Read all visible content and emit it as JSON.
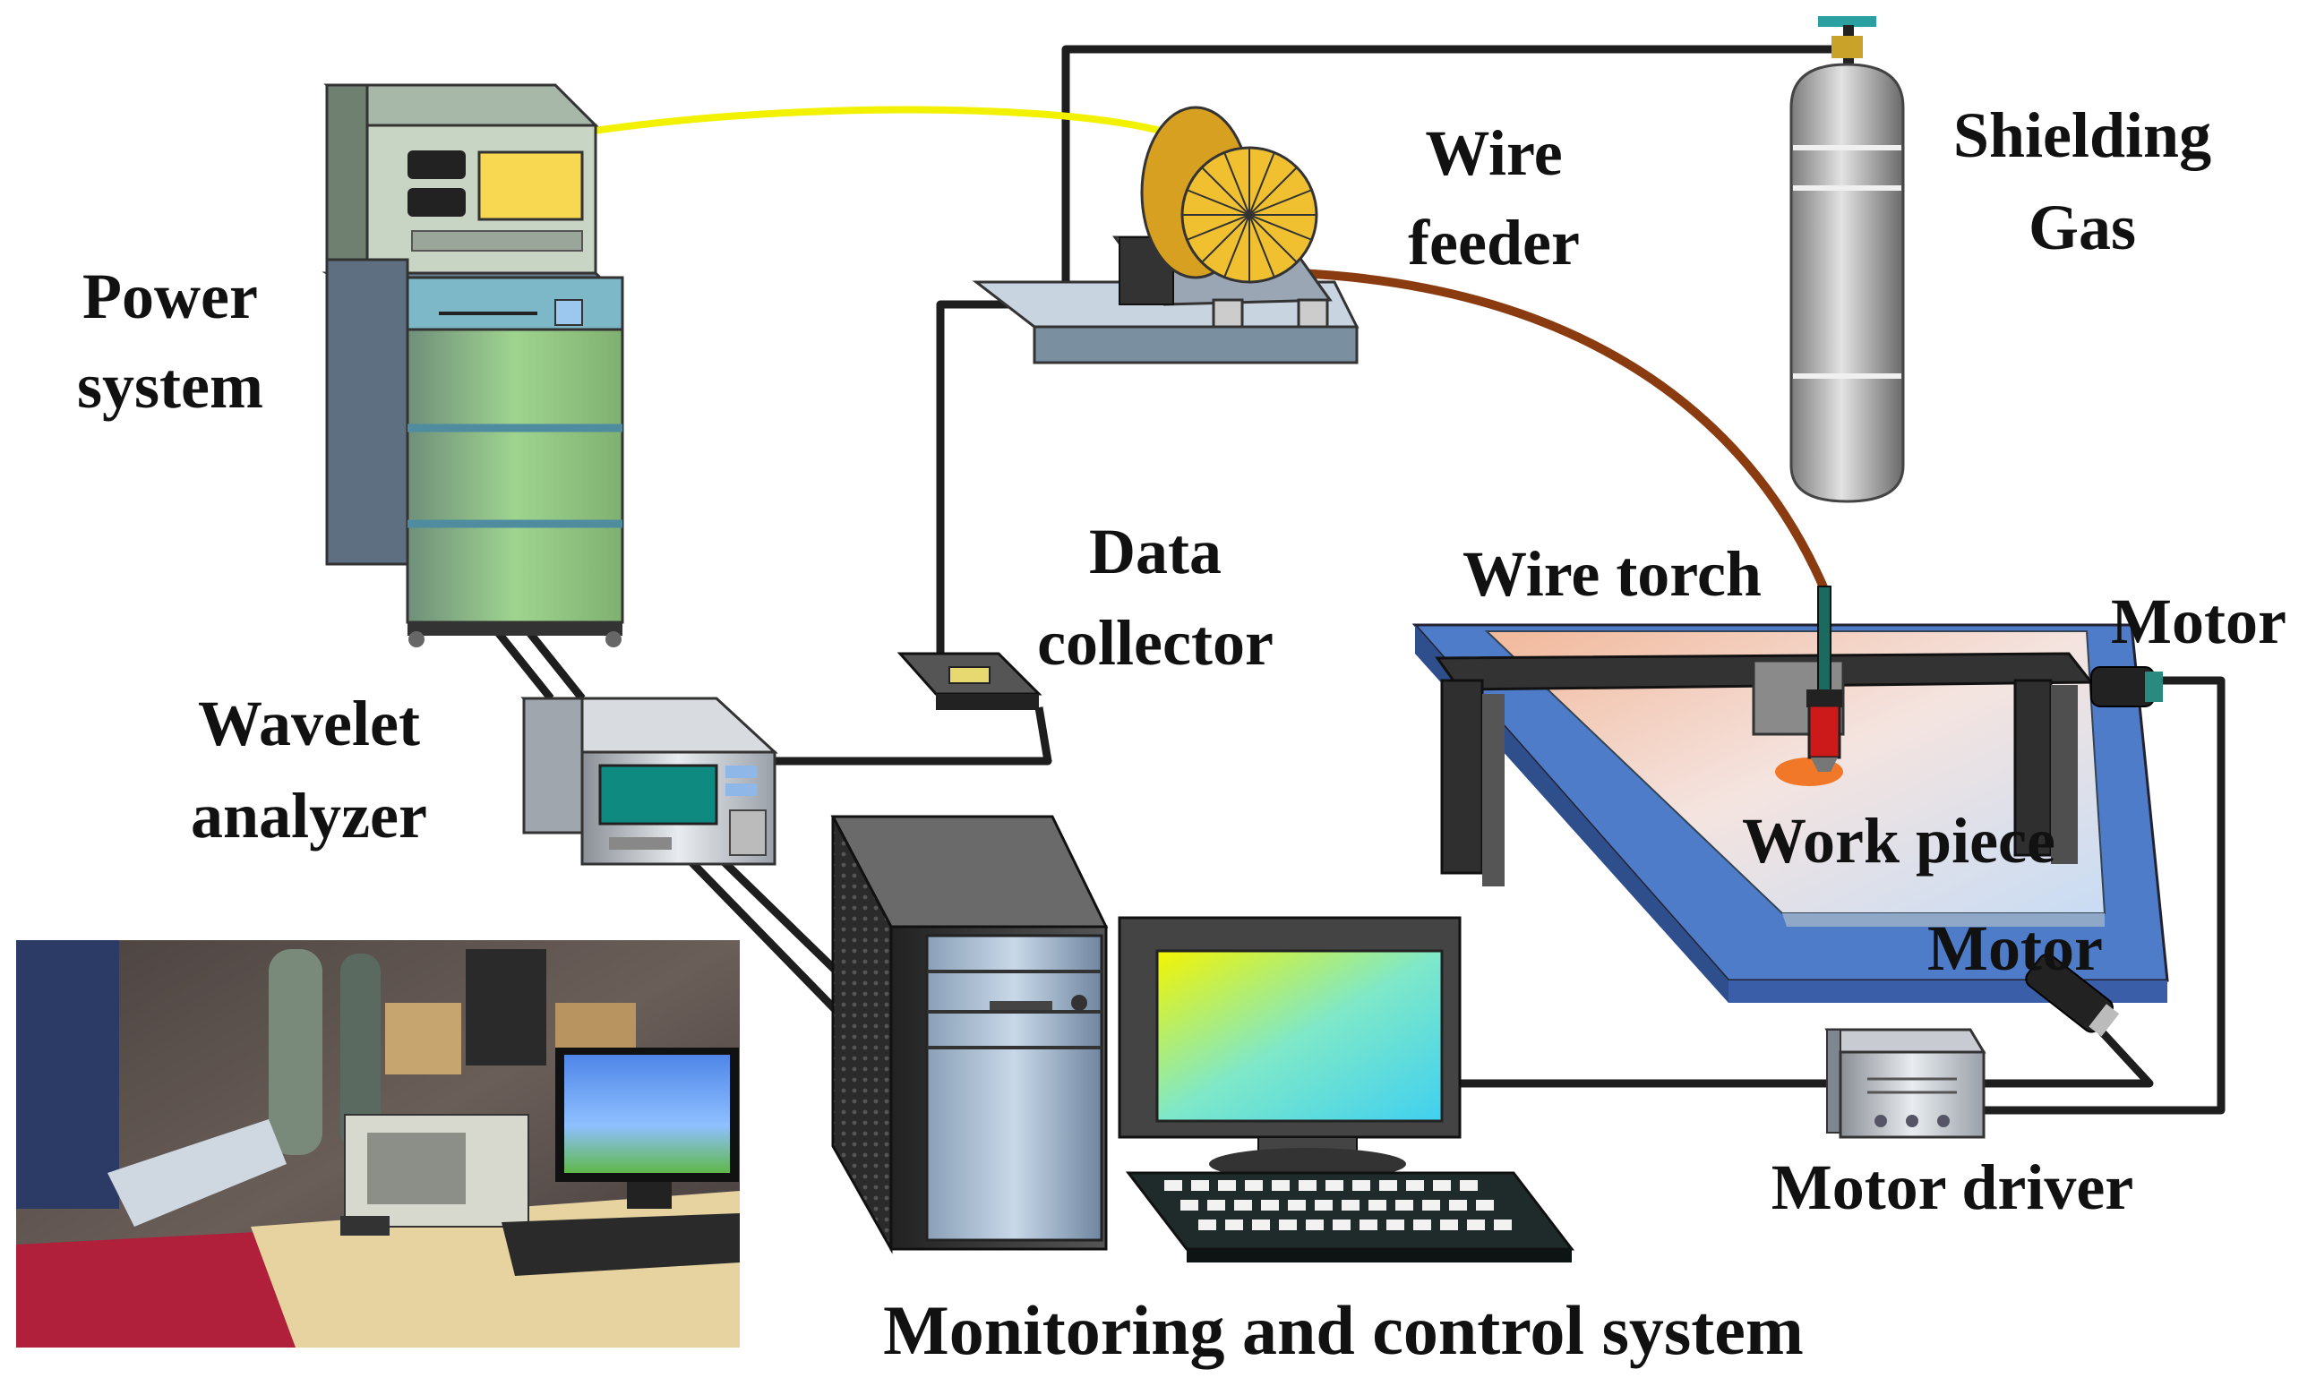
{
  "labels": {
    "power_system": [
      "Power",
      "system"
    ],
    "wire_feeder": [
      "Wire",
      "feeder"
    ],
    "shielding_gas": [
      "Shielding",
      "Gas"
    ],
    "data_collector": [
      "Data",
      "collector"
    ],
    "wire_torch": "Wire torch",
    "motor_top": "Motor",
    "motor_bottom": "Motor",
    "wavelet_analyzer": [
      "Wavelet",
      "analyzer"
    ],
    "work_piece": "Work piece",
    "motor_driver": "Motor driver",
    "monitoring_system": "Monitoring and control system"
  },
  "colors": {
    "cable": "#1e1e1e",
    "gas_hose": "#f2f200",
    "wire_conduit": "#8a3b10",
    "cabinet_green": "#98d08a",
    "cylinder_grey": "#b8b8b8",
    "spool_gold": "#f0c030",
    "table_blue": "#4f7cc8",
    "gantry_black": "#2a2a2a",
    "torch_red": "#cc1a1a",
    "monitor_screen": "#6fe0d0"
  },
  "photo": {
    "description_icon": "lab-photo"
  }
}
